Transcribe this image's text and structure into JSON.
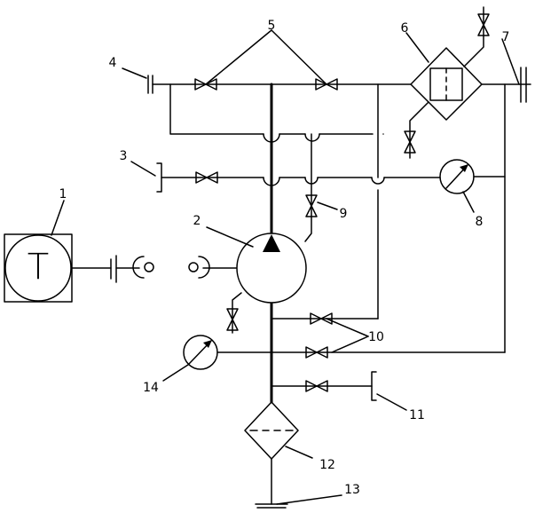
{
  "labels": {
    "l1": "1",
    "l2": "2",
    "l3": "3",
    "l4": "4",
    "l5": "5",
    "l6": "6",
    "l7": "7",
    "l8": "8",
    "l9": "9",
    "l10": "10",
    "l11": "11",
    "l12": "12",
    "l13": "13",
    "l14": "14"
  },
  "motor_symbol": "T"
}
